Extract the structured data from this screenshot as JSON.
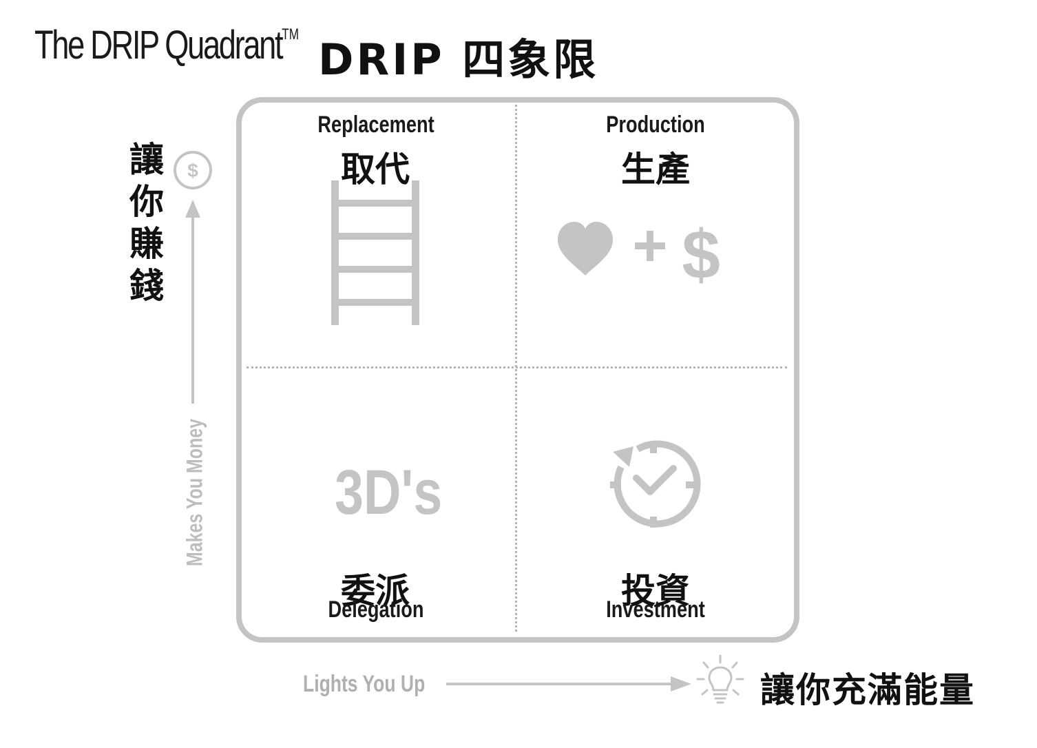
{
  "header": {
    "title_en": "The DRIP Quadrant",
    "title_en_mark": "TM",
    "title_zh": "DRIP 四象限"
  },
  "axes": {
    "y_label_zh": "讓你賺錢",
    "y_label_en": "Makes You Money",
    "x_label_en": "Lights You Up",
    "x_label_zh": "讓你充滿能量",
    "y_icon": "dollar-circle-icon",
    "x_icon": "lightbulb-icon"
  },
  "quadrants": {
    "replacement": {
      "en": "Replacement",
      "zh": "取代",
      "icon": "ladder-icon"
    },
    "production": {
      "en": "Production",
      "zh": "生產",
      "icon": "heart-plus-dollar-icon"
    },
    "delegation": {
      "en": "Delegation",
      "zh": "委派",
      "icon_text": "3D's",
      "icon": "three-ds-icon"
    },
    "investment": {
      "en": "Investment",
      "zh": "投資",
      "icon": "clock-check-icon"
    }
  },
  "colors": {
    "text_dark": "#111111",
    "icon_gray": "#c4c4c4",
    "label_gray": "#b0b0b0"
  }
}
